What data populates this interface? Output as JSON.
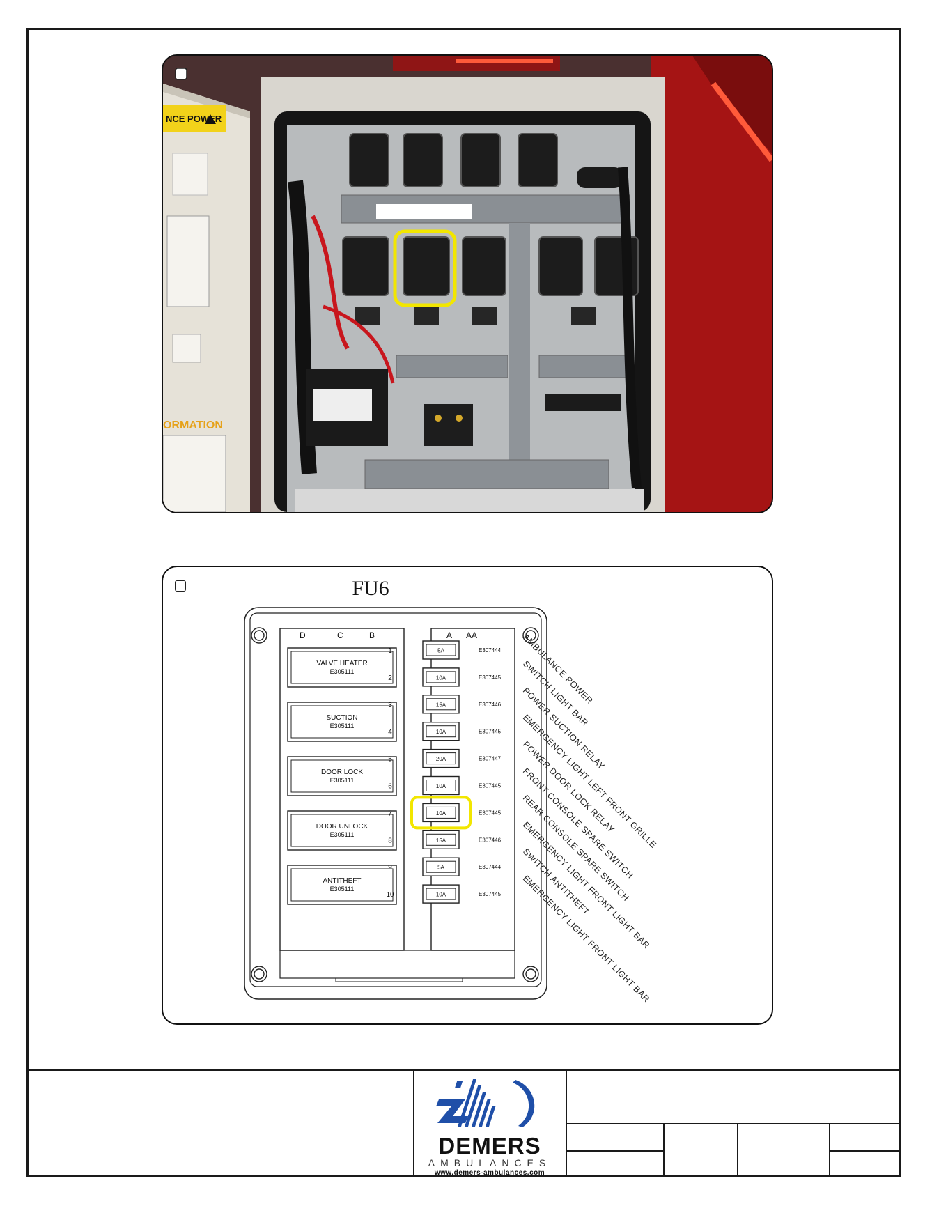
{
  "photo": {
    "caution_label": "NCE POWER",
    "info_label": "ORMATION"
  },
  "diagram": {
    "title": "FU6",
    "columns_left": [
      "D",
      "C",
      "B"
    ],
    "columns_right": [
      "A",
      "AA"
    ],
    "left_modules": [
      {
        "name": "VALVE HEATER",
        "code": "E305111"
      },
      {
        "name": "SUCTION",
        "code": "E305111"
      },
      {
        "name": "DOOR LOCK",
        "code": "E305111"
      },
      {
        "name": "DOOR UNLOCK",
        "code": "E305111"
      },
      {
        "name": "ANTITHEFT",
        "code": "E305111"
      }
    ],
    "fuses": [
      {
        "num": "1",
        "amp": "5A",
        "code": "E307444",
        "circuit": "AMBULANCE POWER"
      },
      {
        "num": "2",
        "amp": "10A",
        "code": "E307445",
        "circuit": "SWITCH LIGHT BAR"
      },
      {
        "num": "3",
        "amp": "15A",
        "code": "E307446",
        "circuit": "POWER SUCTION RELAY"
      },
      {
        "num": "4",
        "amp": "10A",
        "code": "E307445",
        "circuit": "EMERGENCY LIGHT LEFT FRONT GRILLE"
      },
      {
        "num": "5",
        "amp": "20A",
        "code": "E307447",
        "circuit": "POWER DOOR LOCK RELAY"
      },
      {
        "num": "6",
        "amp": "10A",
        "code": "E307445",
        "circuit": "FRONT CONSOLE SPARE SWITCH"
      },
      {
        "num": "7",
        "amp": "10A",
        "code": "E307445",
        "circuit": "REAR CONSOLE SPARE SWITCH"
      },
      {
        "num": "8",
        "amp": "15A",
        "code": "E307446",
        "circuit": "EMERGENCY LIGHT FRONT LIGHT BAR"
      },
      {
        "num": "9",
        "amp": "5A",
        "code": "E307444",
        "circuit": "SWITCH ANTITHEFT"
      },
      {
        "num": "10",
        "amp": "10A",
        "code": "E307445",
        "circuit": "EMERGENCY LIGHT FRONT LIGHT BAR"
      }
    ],
    "highlighted_fuse": 7,
    "highlight_color": "#f2e600"
  },
  "logo": {
    "name": "DEMERS",
    "subtitle": "AMBULANCES",
    "url": "www.demers-ambulances.com",
    "brand_color": "#1f4fa8"
  }
}
